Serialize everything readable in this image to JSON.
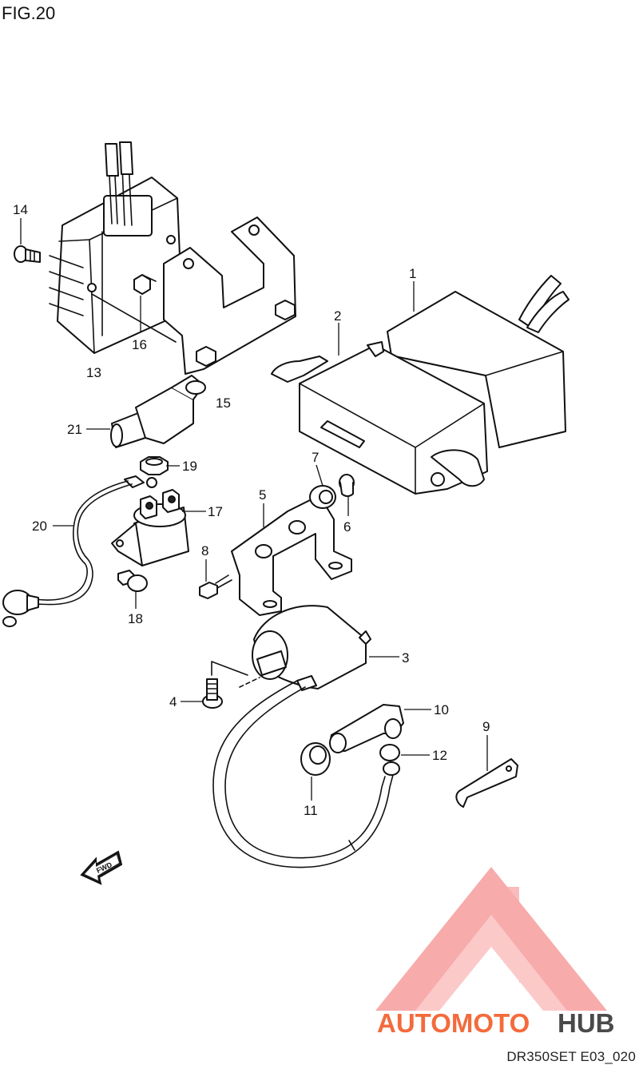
{
  "figure": {
    "title": "FIG.20",
    "code": "DR350SET E03_020"
  },
  "parts": [
    {
      "id": "1"
    },
    {
      "id": "2"
    },
    {
      "id": "3"
    },
    {
      "id": "4"
    },
    {
      "id": "5"
    },
    {
      "id": "6"
    },
    {
      "id": "7"
    },
    {
      "id": "8"
    },
    {
      "id": "9"
    },
    {
      "id": "10"
    },
    {
      "id": "11"
    },
    {
      "id": "12"
    },
    {
      "id": "13"
    },
    {
      "id": "14"
    },
    {
      "id": "15"
    },
    {
      "id": "16"
    },
    {
      "id": "17"
    },
    {
      "id": "18"
    },
    {
      "id": "19"
    },
    {
      "id": "20"
    },
    {
      "id": "21"
    }
  ],
  "direction_arrow": {
    "label": "FWD"
  },
  "watermark": {
    "brand_part1": "AUTOMOTO",
    "brand_part2": "HUB",
    "colors": {
      "triangle": "#f58f8f",
      "text_orange": "#f36b3c",
      "text_gray": "#4a4a4a"
    }
  }
}
